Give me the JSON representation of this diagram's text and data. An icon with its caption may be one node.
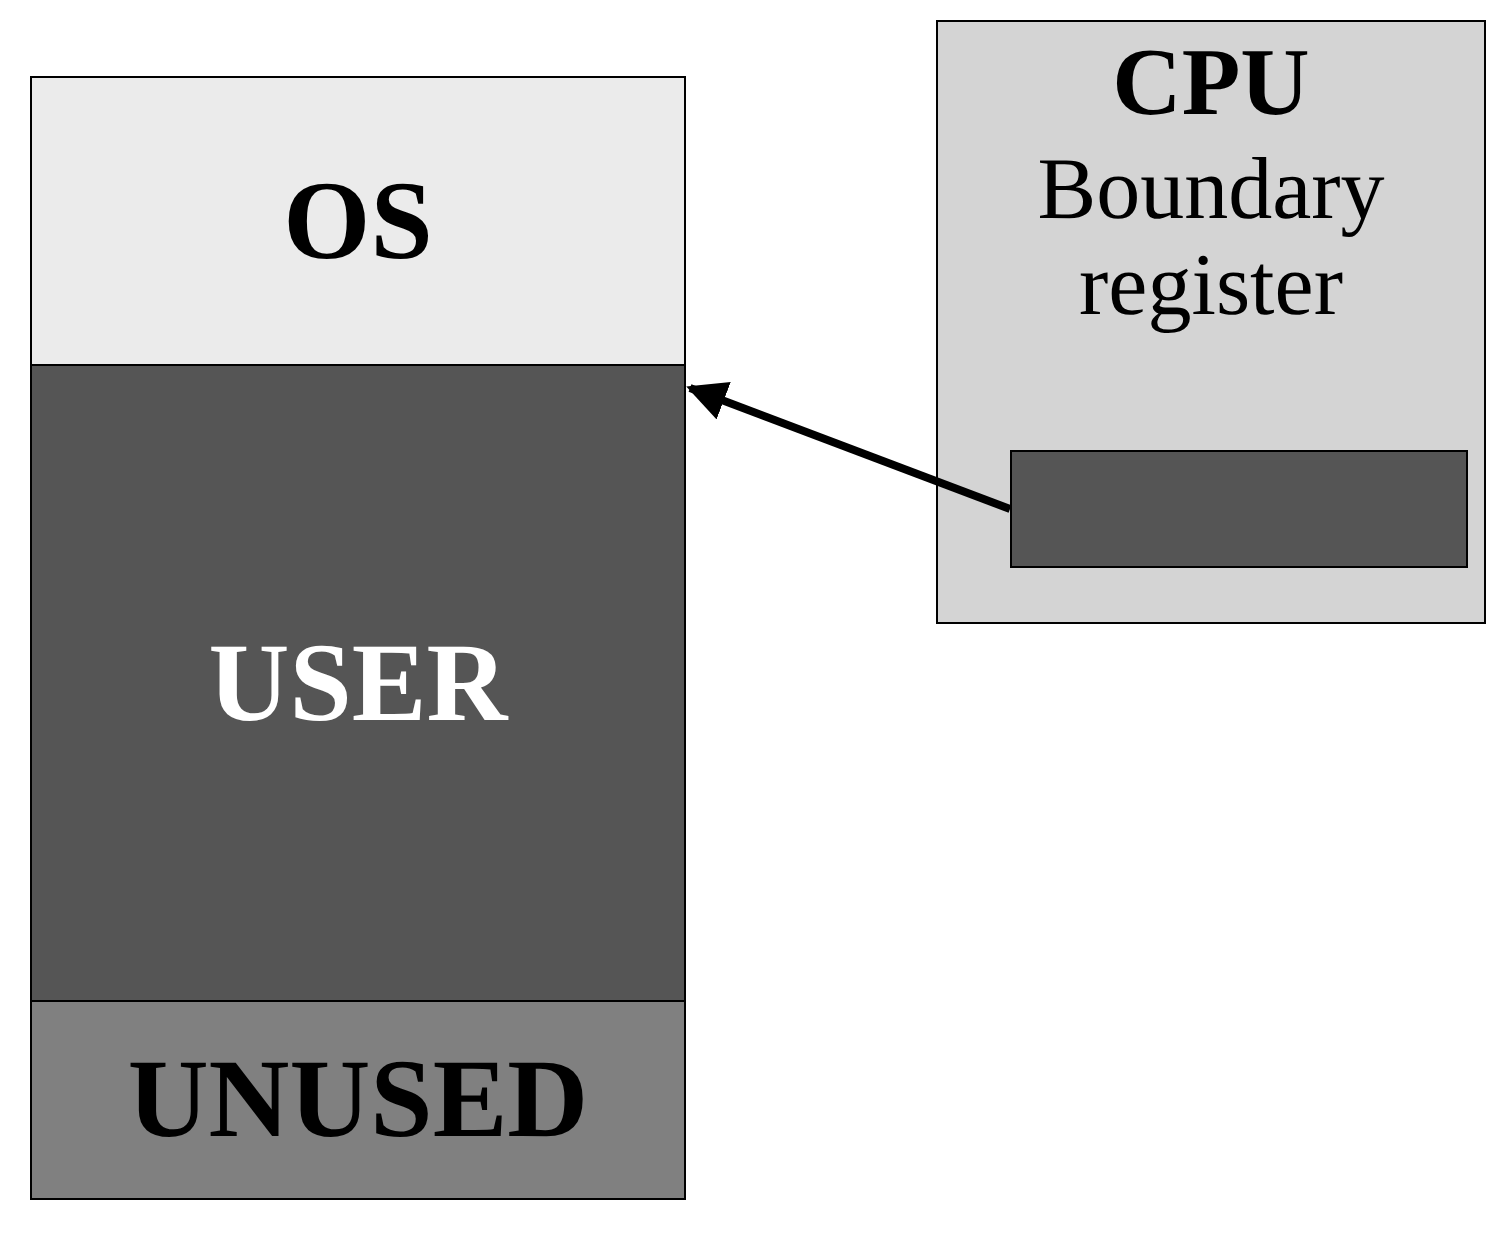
{
  "diagram": {
    "nodes": [
      {
        "text": [
          "OS"
        ]
      },
      {
        "text": [
          "USER"
        ]
      },
      {
        "text": [
          "UNUSED"
        ]
      },
      {
        "text": [
          "CPU",
          "Boundary register"
        ]
      },
      {
        "text": [],
        "shape": "box",
        "in": 3
      }
    ],
    "edges": [
      {
        "from": 4,
        "to": 1,
        "arrow": "to"
      }
    ]
  }
}
